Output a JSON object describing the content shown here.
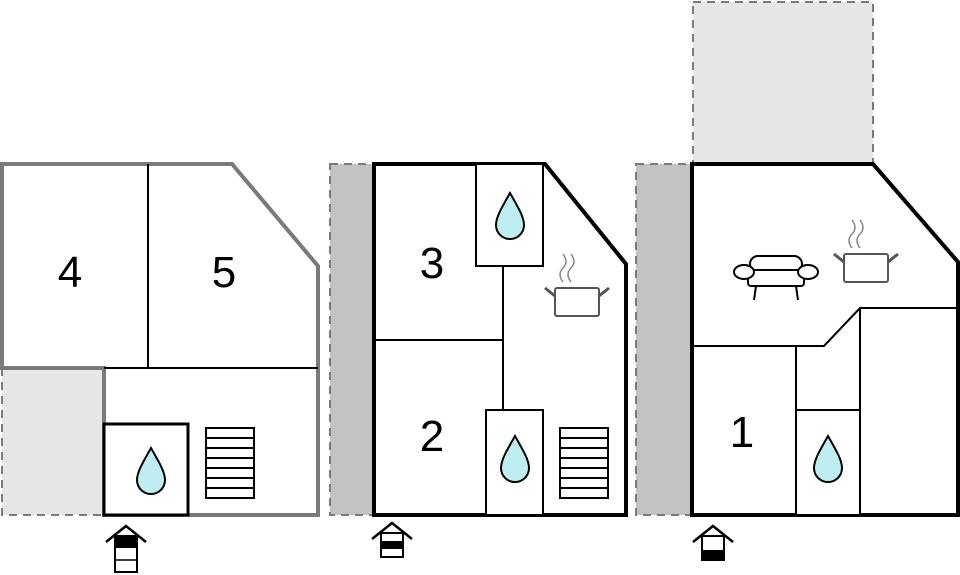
{
  "floors": [
    {
      "id": "upper",
      "rooms": [
        {
          "label": "4"
        },
        {
          "label": "5"
        }
      ],
      "icons": [
        "water-drop-icon",
        "stairs-icon",
        "entrance-house-icon"
      ],
      "entrance_level": "upper"
    },
    {
      "id": "middle",
      "rooms": [
        {
          "label": "3"
        },
        {
          "label": "2"
        }
      ],
      "icons": [
        "water-drop-icon",
        "water-drop-icon",
        "cooking-pot-icon",
        "stairs-icon",
        "entrance-house-icon"
      ],
      "entrance_level": "middle"
    },
    {
      "id": "ground",
      "rooms": [
        {
          "label": "1"
        }
      ],
      "icons": [
        "sofa-icon",
        "cooking-pot-icon",
        "water-drop-icon",
        "entrance-house-icon"
      ],
      "entrance_level": "ground"
    }
  ],
  "colors": {
    "wall_primary": "#000000",
    "wall_upper": "#7a7a7a",
    "dashed": "#7a7a7a",
    "outdoor_dark": "#c3c3c3",
    "outdoor_light": "#e6e6e6",
    "water": "#bfeef2",
    "pot_icon": "#555555"
  }
}
